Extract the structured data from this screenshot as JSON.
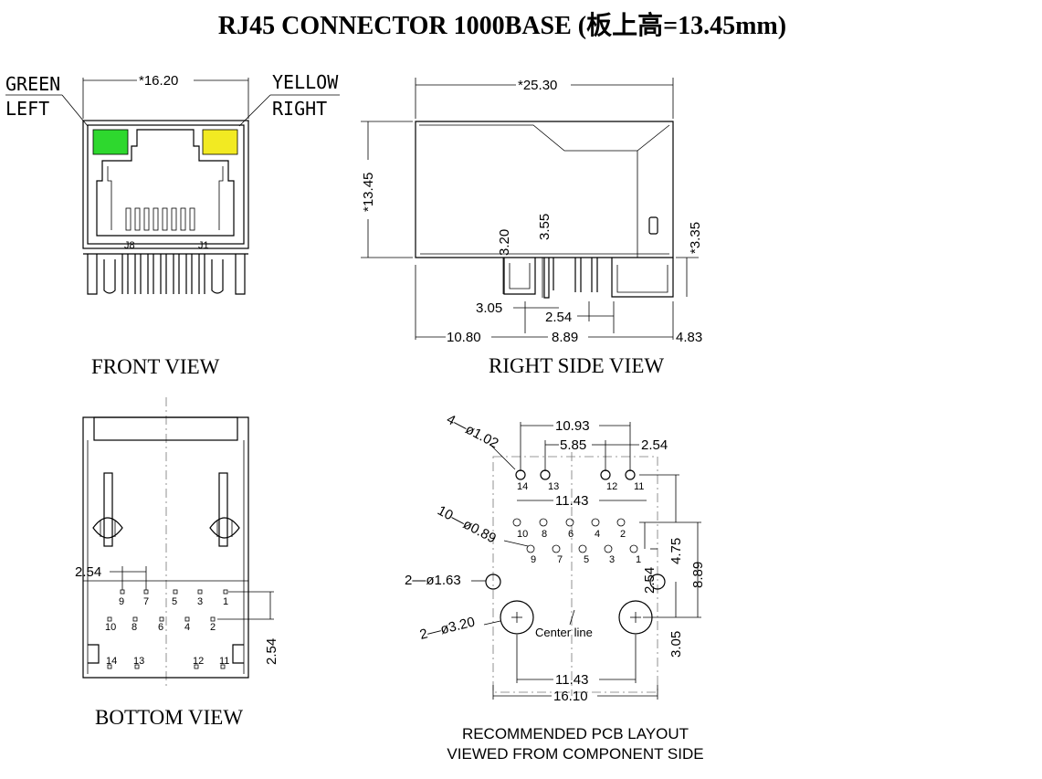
{
  "title": "RJ45 CONNECTOR  1000BASE (板上高=13.45mm)",
  "colors": {
    "green_led": "#2ed82e",
    "yellow_led": "#f2ea22",
    "line": "#000000"
  },
  "front_view": {
    "caption": "FRONT VIEW",
    "green": "GREEN",
    "left": "LEFT",
    "yellow": "YELLOW",
    "right": "RIGHT",
    "width_dim": "*16.20",
    "label_j8": "J8",
    "label_j1": "J1"
  },
  "side_view": {
    "caption": "RIGHT SIDE VIEW",
    "length_dim": "*25.30",
    "height_dim": "*13.45",
    "dim_320": "3.20",
    "dim_355": "3.55",
    "dim_335": "*3.35",
    "dim_305": "3.05",
    "dim_254": "2.54",
    "dim_1080": "10.80",
    "dim_889": "8.89",
    "dim_483": "4.83"
  },
  "bottom_view": {
    "caption": "BOTTOM VIEW",
    "dim_pitch_h": "2.54",
    "dim_pitch_v": "2.54",
    "row_top": [
      "9",
      "7",
      "5",
      "3",
      "1"
    ],
    "row_mid": [
      "10",
      "8",
      "6",
      "4",
      "2"
    ],
    "row_bottom": [
      "14",
      "13",
      "12",
      "11"
    ]
  },
  "pcb_layout": {
    "caption_line1": "RECOMMENDED PCB LAYOUT",
    "caption_line2": "VIEWED FROM COMPONENT SIDE",
    "hole_note_led": "4—ø1.02",
    "hole_note_signal": "10—ø0.89",
    "hole_note_shield": "2—ø1.63",
    "hole_note_mount": "2—ø3.20",
    "dim_1093": "10.93",
    "dim_585": "5.85",
    "dim_254_top": "2.54",
    "dim_1143_top": "11.43",
    "dim_1143_bottom": "11.43",
    "dim_1610": "16.10",
    "dim_475": "4.75",
    "dim_889": "8.89",
    "dim_254_side": "2.54",
    "dim_305": "3.05",
    "center_line": "Center line",
    "led_pins": [
      "14",
      "13",
      "12",
      "11"
    ],
    "row_upper": [
      "10",
      "8",
      "6",
      "4",
      "2"
    ],
    "row_lower": [
      "9",
      "7",
      "5",
      "3",
      "1"
    ]
  }
}
